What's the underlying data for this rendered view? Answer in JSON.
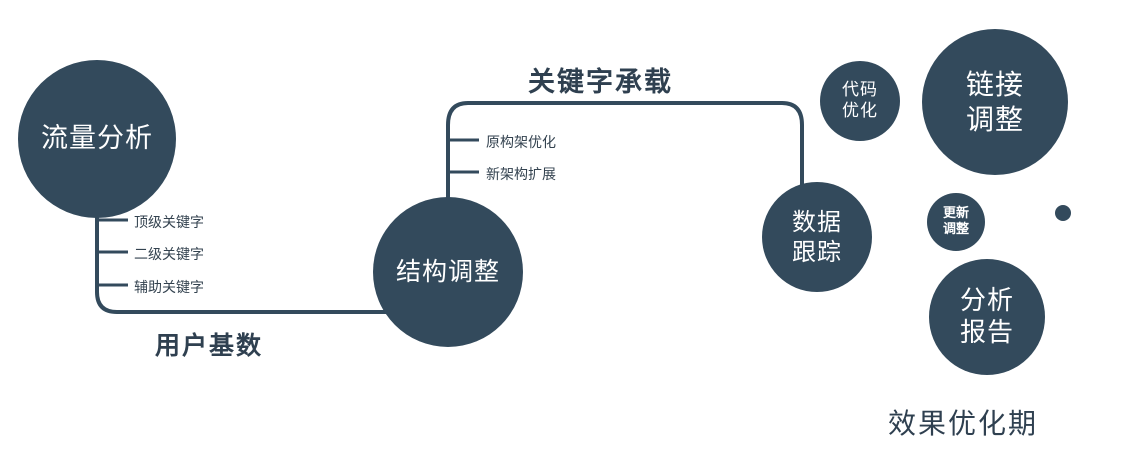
{
  "colors": {
    "primary": "#334a5c",
    "background": "#ffffff",
    "label_text": "#2f4050",
    "circle_text": "#ffffff"
  },
  "nodes": {
    "traffic_analysis": {
      "label": "流量分析"
    },
    "structure_adjustment": {
      "label": "结构调整"
    },
    "data_tracking": {
      "label": "数据\n跟踪"
    },
    "code_optimization": {
      "label": "代码\n优化"
    },
    "link_adjustment": {
      "label": "链接\n调整"
    },
    "update_adjustment": {
      "label": "更新\n调整"
    },
    "analysis_report": {
      "label": "分析\n报告"
    }
  },
  "edge_labels": {
    "user_base": "用户基数",
    "keyword_carrying": "关键字承载"
  },
  "branches": {
    "traffic": [
      "顶级关键字",
      "二级关键字",
      "辅助关键字"
    ],
    "structure": [
      "原构架优化",
      "新架构扩展"
    ]
  },
  "footer": {
    "phase_label": "效果优化期"
  }
}
